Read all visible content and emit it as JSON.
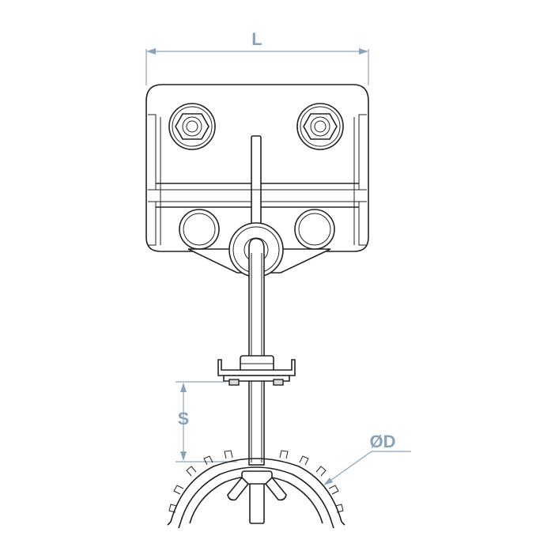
{
  "dimensions": {
    "length_label": "L",
    "spacing_label": "S",
    "diameter_label": "ØD"
  },
  "colors": {
    "drawing_stroke": "#222222",
    "dimension_color": "#8aa3b8",
    "background": "#ffffff"
  }
}
